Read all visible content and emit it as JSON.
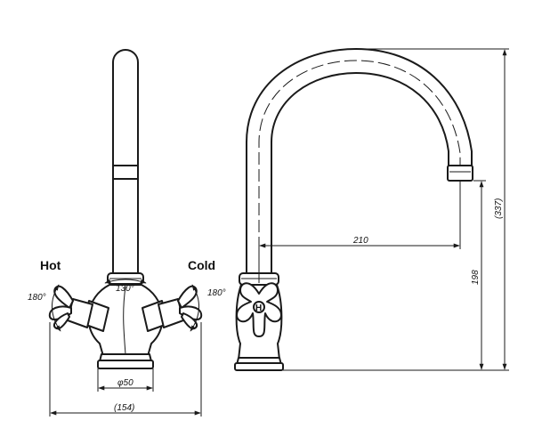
{
  "labels": {
    "hot": "Hot",
    "cold": "Cold"
  },
  "dimensions": {
    "handle_rotation_left": "180°",
    "handle_rotation_right": "180°",
    "spout_rotation": "130°",
    "base_diameter": "φ50",
    "overall_width": "(154)",
    "spout_reach": "210",
    "spout_outlet_height": "198",
    "overall_height": "(337)"
  }
}
